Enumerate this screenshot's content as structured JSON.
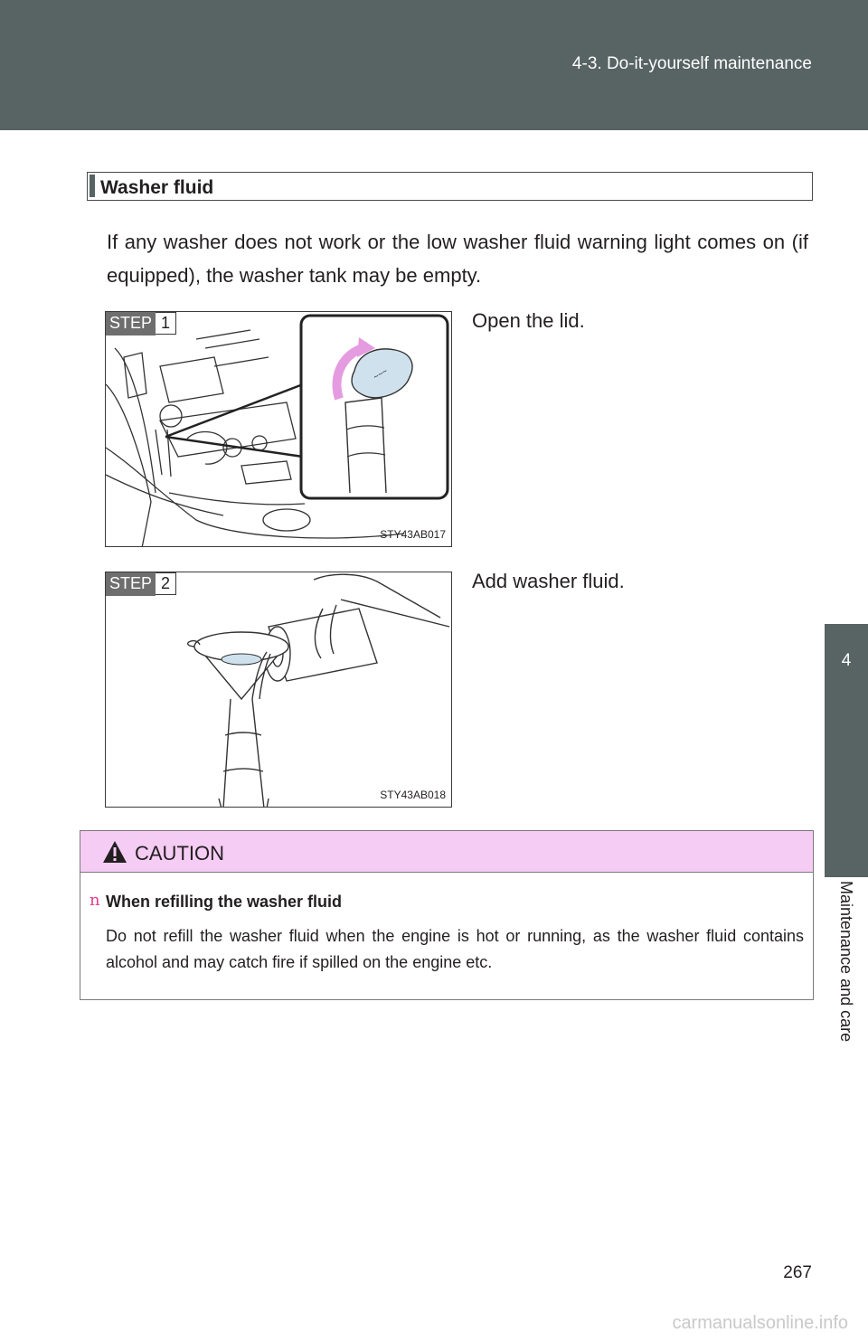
{
  "header": {
    "section": "4-3. Do-it-yourself maintenance"
  },
  "side_tab": {
    "number": "4",
    "label": "Maintenance and care"
  },
  "heading": "Washer fluid",
  "intro": "If any washer does not work or the low washer fluid warning light comes on (if equipped), the washer tank may be empty.",
  "steps": [
    {
      "step_word": "STEP",
      "number": "1",
      "text": "Open the lid.",
      "figure_code": "STY43AB017"
    },
    {
      "step_word": "STEP",
      "number": "2",
      "text": "Add washer fluid.",
      "figure_code": "STY43AB018"
    }
  ],
  "caution": {
    "title": "CAUTION",
    "bullet": "n",
    "subheading": "When refilling the washer fluid",
    "body": "Do not refill the washer fluid when the engine is hot or running, as the washer fluid contains alcohol and may catch fire if spilled on the engine etc."
  },
  "page_number": "267",
  "watermark": "carmanualsonline.info",
  "colors": {
    "header": "#586363",
    "caution_header": "#f5ccf4",
    "bullet": "#e43d8e",
    "arrow": "#e59be0"
  }
}
